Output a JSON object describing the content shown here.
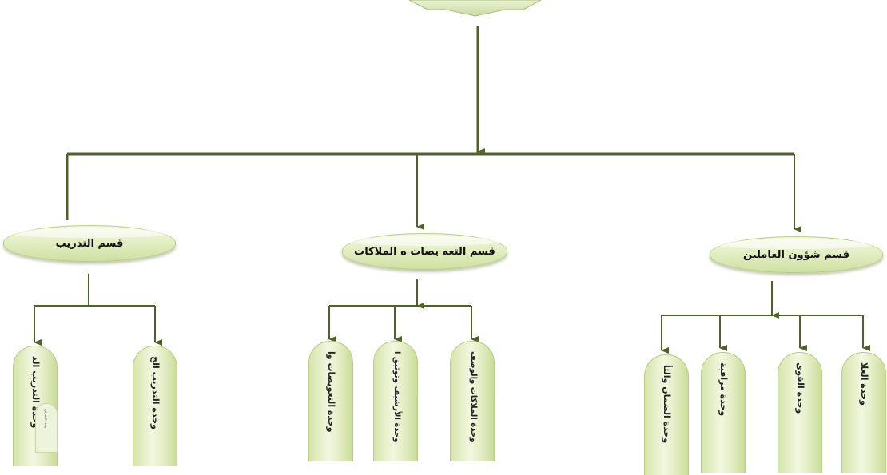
{
  "departments": {
    "training": "قسم التدريب",
    "compensation": "قسم التعه يضات ه الملاكات",
    "personnel": "قسم شؤون العاملين"
  },
  "units": {
    "training_1": "وحدة التدريب الد",
    "training_2": "وحدة التدريب الخ",
    "training_tiny": "وحدة الإشراف",
    "comp_1": "وحدة التعويضات وا",
    "comp_2": "وحدة الأرشيف وتوثيق ا",
    "comp_3": "وحدة الملاكات والوصف",
    "pers_1": "وحدة الضمان والتأ",
    "pers_2": "وحدة مراقبة",
    "pers_3": "وحدة القوى",
    "pers_4": "وحدة العلا"
  },
  "colors": {
    "connector": "#4f6228",
    "box_fill": "#e3eec4"
  }
}
